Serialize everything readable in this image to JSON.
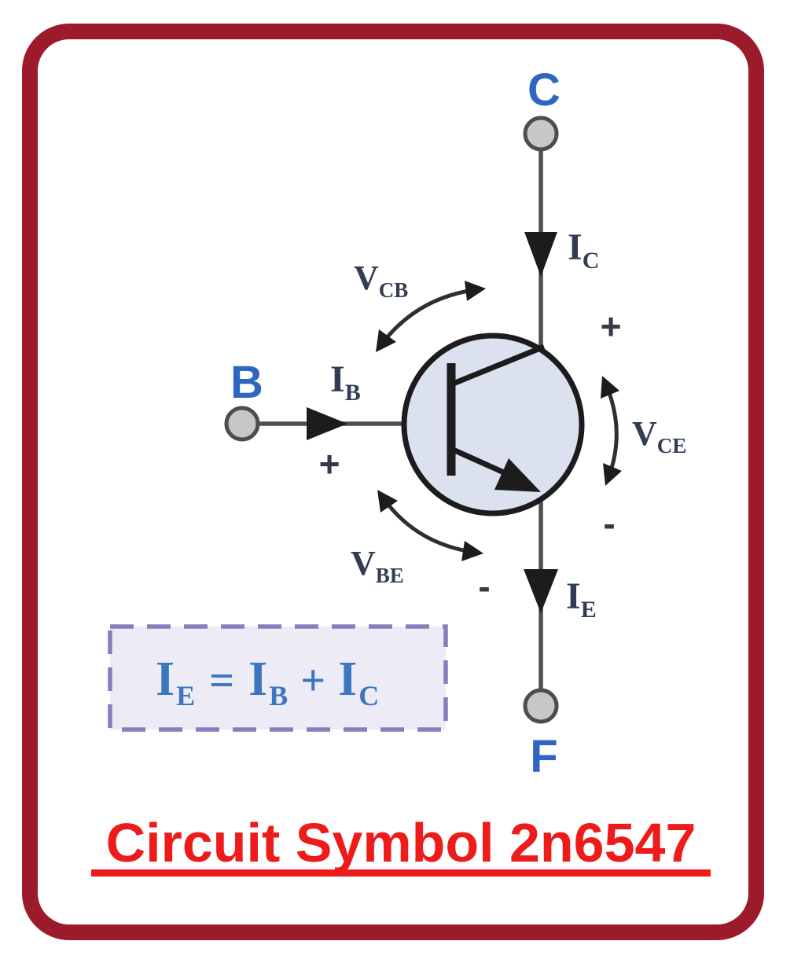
{
  "title": "Circuit Symbol 2n6547",
  "colors": {
    "border_red": "#9b1b2b",
    "title_red": "#ee1b1b",
    "terminal_blue": "#2f66c0",
    "label_dark": "#333d52",
    "equation_blue": "#3b76c2",
    "box_purple": "#8b7cbd",
    "box_fill": "#edecf6",
    "transistor_fill": "#dbe1ee"
  },
  "terminals": {
    "collector": "C",
    "base": "B",
    "emitter": "F"
  },
  "currents": {
    "collector": {
      "main": "I",
      "sub": "C"
    },
    "base": {
      "main": "I",
      "sub": "B"
    },
    "emitter": {
      "main": "I",
      "sub": "E"
    }
  },
  "voltages": {
    "collector_base": {
      "main": "V",
      "sub": "CB"
    },
    "collector_emitter": {
      "main": "V",
      "sub": "CE"
    },
    "base_emitter": {
      "main": "V",
      "sub": "BE"
    }
  },
  "signs": {
    "base_plus": "+",
    "base_minus": "-",
    "collector_plus": "+",
    "emitter_minus": "-"
  },
  "equation": {
    "lhs_main": "I",
    "lhs_sub": "E",
    "equals": "=",
    "rhs1_main": "I",
    "rhs1_sub": "B",
    "plus": "+",
    "rhs2_main": "I",
    "rhs2_sub": "C"
  }
}
